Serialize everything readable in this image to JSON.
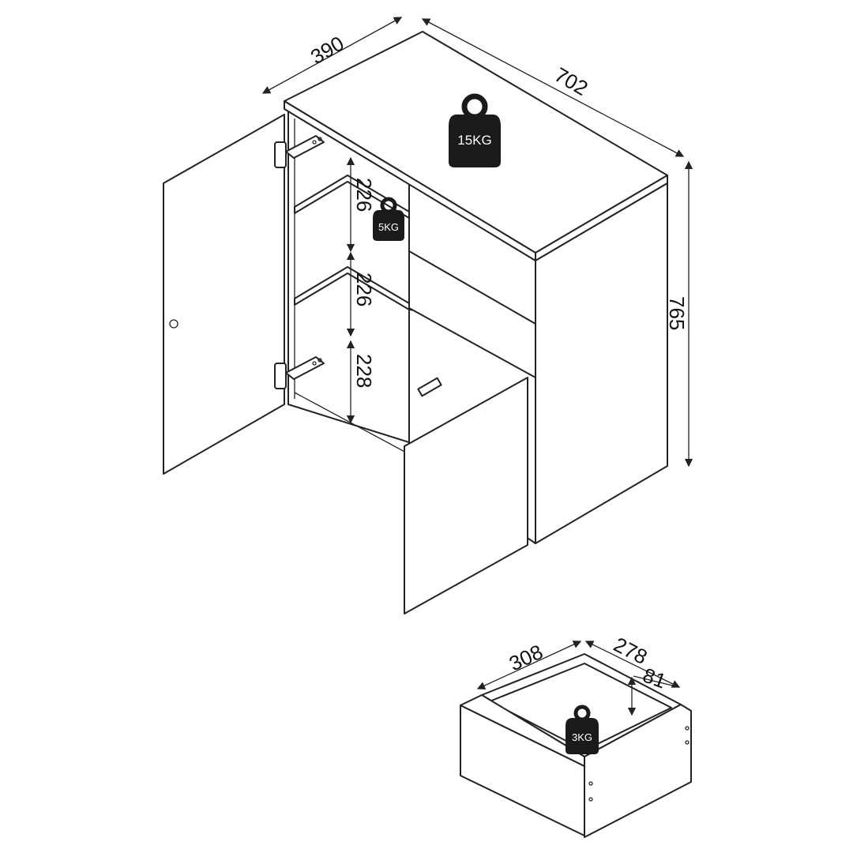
{
  "cabinet": {
    "depth_label": "390",
    "width_label": "702",
    "height_label": "765",
    "shelf_heights": [
      "226",
      "226",
      "228"
    ],
    "top_load": "15KG",
    "shelf_load": "5KG"
  },
  "drawer": {
    "width_label": "308",
    "depth_label": "278",
    "height_label": "81",
    "load": "3KG"
  },
  "colors": {
    "line": "#222222",
    "weight": "#1a1a1a",
    "background": "#ffffff"
  }
}
